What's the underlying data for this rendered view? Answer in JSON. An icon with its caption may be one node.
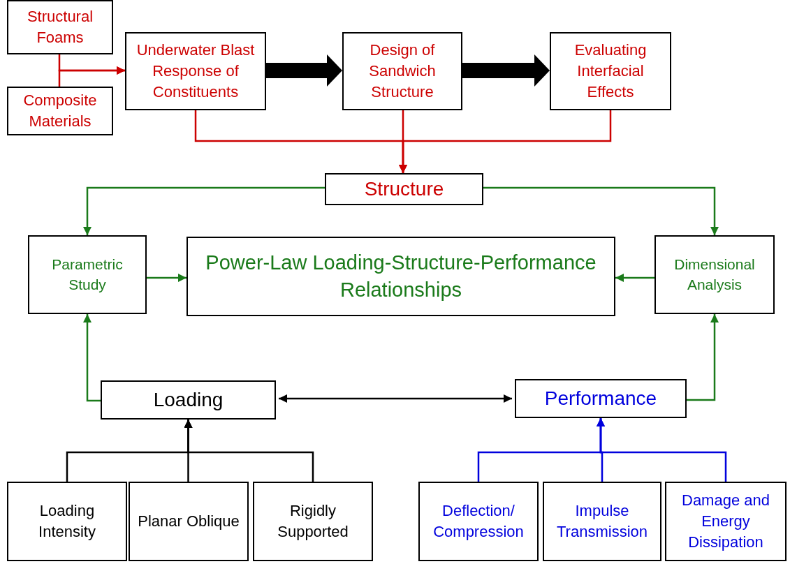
{
  "diagram": {
    "nodes": [
      {
        "text": [
          "Structural Foams"
        ]
      },
      {
        "text": [
          "Composite Materials"
        ]
      },
      {
        "text": [
          "Underwater Blast Response of Constituents"
        ]
      },
      {
        "text": [
          "Design of Sandwich Structure"
        ]
      },
      {
        "text": [
          "Evaluating Interfacial Effects"
        ]
      },
      {
        "text": [
          "Structure"
        ]
      },
      {
        "text": [
          "Parametric Study"
        ]
      },
      {
        "text": [
          "Power-Law Loading-Structure-Performance Relationships"
        ]
      },
      {
        "text": [
          "Dimensional Analysis"
        ]
      },
      {
        "text": [
          "Loading"
        ]
      },
      {
        "text": [
          "Performance"
        ]
      },
      {
        "text": [
          "Loading Intensity"
        ]
      },
      {
        "text": [
          "Planar Oblique"
        ]
      },
      {
        "text": [
          "Rigidly Supported"
        ]
      },
      {
        "text": [
          "Deflection/ Compression"
        ]
      },
      {
        "text": [
          "Impulse Transmission"
        ]
      },
      {
        "text": [
          "Damage and Energy Dissipation"
        ]
      }
    ],
    "edges": [
      {
        "from": 0,
        "to": 2,
        "arrow": "to",
        "color": "#cc0000"
      },
      {
        "from": 1,
        "to": 2,
        "arrow": "to",
        "color": "#cc0000"
      },
      {
        "from": 2,
        "to": 3,
        "arrow": "to",
        "style": "thick",
        "color": "#000000"
      },
      {
        "from": 3,
        "to": 4,
        "arrow": "to",
        "style": "thick",
        "color": "#000000"
      },
      {
        "from": 2,
        "to": 5,
        "arrow": "to",
        "color": "#cc0000"
      },
      {
        "from": 3,
        "to": 5,
        "arrow": "to",
        "color": "#cc0000"
      },
      {
        "from": 4,
        "to": 5,
        "arrow": "to",
        "color": "#cc0000"
      },
      {
        "from": 5,
        "to": 6,
        "arrow": "to",
        "color": "#1a7a1a"
      },
      {
        "from": 5,
        "to": 8,
        "arrow": "to",
        "color": "#1a7a1a"
      },
      {
        "from": 6,
        "to": 7,
        "arrow": "to",
        "color": "#1a7a1a"
      },
      {
        "from": 8,
        "to": 7,
        "arrow": "to",
        "color": "#1a7a1a"
      },
      {
        "from": 9,
        "to": 6,
        "arrow": "to",
        "color": "#1a7a1a"
      },
      {
        "from": 10,
        "to": 8,
        "arrow": "to",
        "color": "#1a7a1a"
      },
      {
        "from": 9,
        "to": 10,
        "arrow": "both",
        "color": "#000000"
      },
      {
        "from": 11,
        "to": 9,
        "arrow": "to",
        "color": "#000000"
      },
      {
        "from": 12,
        "to": 9,
        "arrow": "to",
        "color": "#000000"
      },
      {
        "from": 13,
        "to": 9,
        "arrow": "to",
        "color": "#000000"
      },
      {
        "from": 14,
        "to": 10,
        "arrow": "to",
        "color": "#0000dd"
      },
      {
        "from": 15,
        "to": 10,
        "arrow": "to",
        "color": "#0000dd"
      },
      {
        "from": 16,
        "to": 10,
        "arrow": "to",
        "color": "#0000dd"
      }
    ]
  }
}
